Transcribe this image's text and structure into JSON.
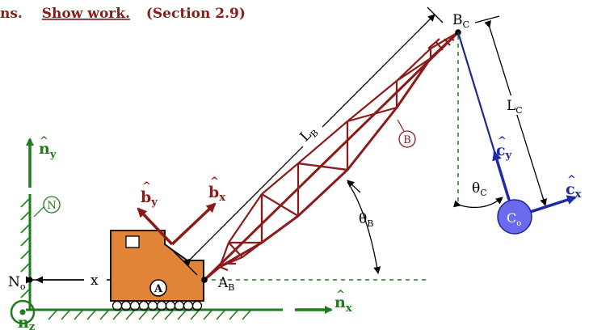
{
  "header": {
    "prefix": "ns.",
    "show_work": "Show work.",
    "section": "(Section 2.9)"
  },
  "colors": {
    "boom": "#8b1a1a",
    "green": "#1e7b1e",
    "cable": "#1f2a8c",
    "ball": "#6a6aef",
    "vehicle": "#e08438",
    "c_vectors": "#1f2aa8"
  },
  "labels": {
    "LB": {
      "main": "L",
      "sub": "B"
    },
    "LC": {
      "main": "L",
      "sub": "C"
    },
    "BC": {
      "main": "B",
      "sub": "C"
    },
    "AB": {
      "main": "A",
      "sub": "B"
    },
    "thetaB": {
      "main": "θ",
      "sub": "B"
    },
    "thetaC": {
      "main": "θ",
      "sub": "C"
    },
    "No": {
      "main": "N",
      "sub": "o"
    },
    "Co": {
      "main": "C",
      "sub": "o"
    },
    "x": "x",
    "A_circle": "A",
    "B_circle": "B",
    "N_circle": "N"
  },
  "vectors": {
    "ny": {
      "hat": "^",
      "main": "n",
      "sub": "y"
    },
    "nx": {
      "hat": "^",
      "main": "n",
      "sub": "x"
    },
    "nz": {
      "hat": "^",
      "main": "n",
      "sub": "z"
    },
    "bx": {
      "hat": "^",
      "main": "b",
      "sub": "x"
    },
    "by": {
      "hat": "^",
      "main": "b",
      "sub": "y"
    },
    "cx": {
      "hat": "^",
      "main": "c",
      "sub": "x"
    },
    "cy": {
      "hat": "^",
      "main": "c",
      "sub": "y"
    }
  }
}
